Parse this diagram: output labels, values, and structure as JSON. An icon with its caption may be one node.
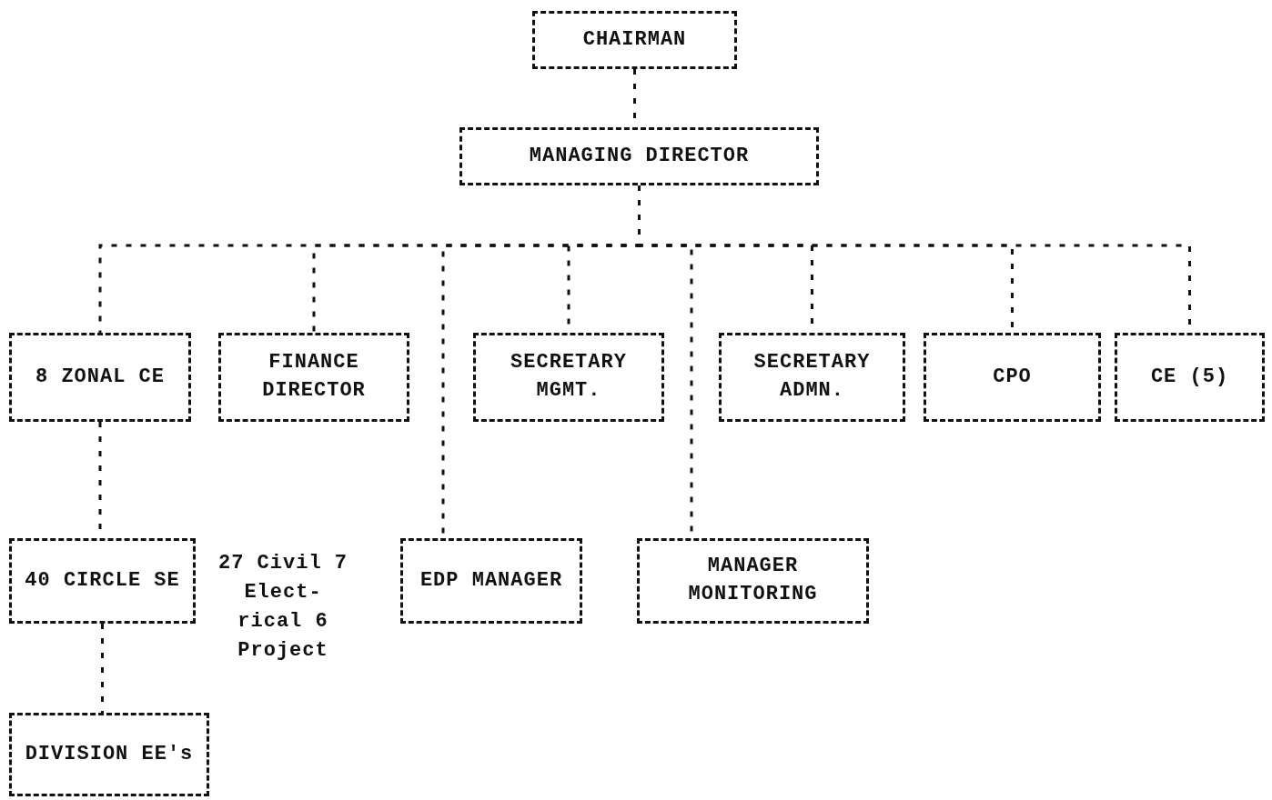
{
  "diagram": {
    "nodes": [
      {
        "text": [
          "CHAIRMAN"
        ]
      },
      {
        "text": [
          "MANAGING DIRECTOR"
        ]
      },
      {
        "text": [
          "8 ZONAL CE"
        ]
      },
      {
        "text": [
          "FINANCE DIRECTOR"
        ]
      },
      {
        "text": [
          "SECRETARY MGMT."
        ]
      },
      {
        "text": [
          "SECRETARY ADMN."
        ]
      },
      {
        "text": [
          "CPO"
        ]
      },
      {
        "text": [
          "CE (5)"
        ]
      },
      {
        "text": [
          "40 CIRCLE SE"
        ]
      },
      {
        "text": [
          "EDP MANAGER"
        ]
      },
      {
        "text": [
          "MANAGER MONITORING"
        ]
      },
      {
        "text": [
          "DIVISION EE's"
        ]
      }
    ],
    "edges": [
      {
        "from": 0,
        "to": 1,
        "arrow": "none"
      },
      {
        "from": 1,
        "to": 2,
        "arrow": "none"
      },
      {
        "from": 1,
        "to": 3,
        "arrow": "none"
      },
      {
        "from": 1,
        "to": 9,
        "arrow": "none"
      },
      {
        "from": 1,
        "to": 4,
        "arrow": "none"
      },
      {
        "from": 1,
        "to": 10,
        "arrow": "none"
      },
      {
        "from": 1,
        "to": 5,
        "arrow": "none"
      },
      {
        "from": 1,
        "to": 6,
        "arrow": "none"
      },
      {
        "from": 1,
        "to": 7,
        "arrow": "none"
      },
      {
        "from": 2,
        "to": 8,
        "arrow": "none"
      },
      {
        "from": 8,
        "to": 11,
        "arrow": "none"
      }
    ],
    "labels": [
      "27 Civil 7 Elect- rical 6 Project"
    ]
  }
}
